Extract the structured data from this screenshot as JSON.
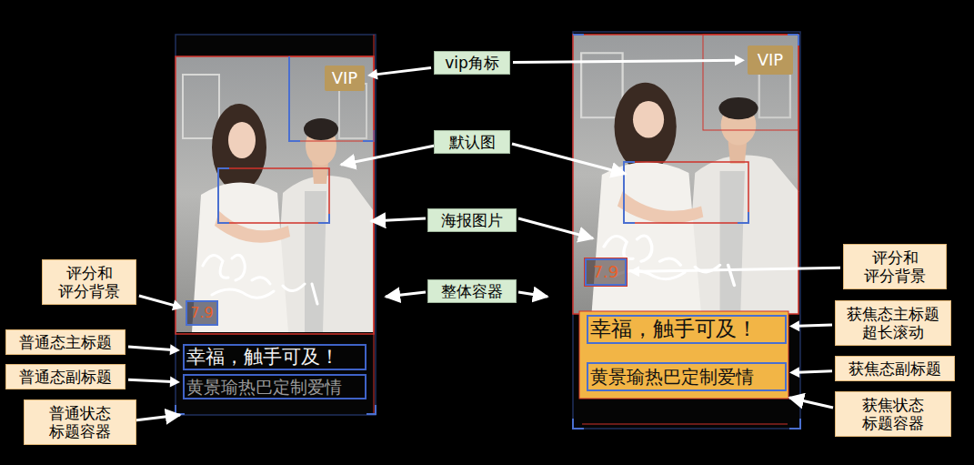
{
  "diagram": {
    "nodes": [
      {
        "text": [
          "VIP"
        ]
      },
      {
        "text": [
          "VIP"
        ]
      },
      {
        "text": [
          "vip角标"
        ]
      },
      {
        "text": [
          "默认图"
        ]
      },
      {
        "text": [
          "海报图片"
        ]
      },
      {
        "text": [
          "评分和 评分背景"
        ]
      },
      {
        "text": [
          "评分和 评分背景"
        ]
      },
      {
        "text": [
          "7.9"
        ]
      },
      {
        "text": [
          "7.9"
        ]
      },
      {
        "text": [
          "整体容器"
        ]
      },
      {
        "text": [
          "幸福，触手可及！"
        ]
      },
      {
        "text": [
          "幸福，触手可及！"
        ]
      },
      {
        "text": [
          "获焦态主标题 超长滚动"
        ]
      },
      {
        "text": [
          "普通态主标题"
        ]
      },
      {
        "text": [
          "获焦态副标题"
        ]
      },
      {
        "text": [
          "普通态副标题"
        ]
      },
      {
        "text": [
          "黄景瑜热巴定制爱情"
        ]
      },
      {
        "text": [
          "黄景瑜热巴定制爱情"
        ]
      },
      {
        "text": [
          "普通状态 标题容器"
        ]
      },
      {
        "text": [
          "获焦状态 标题容器"
        ]
      }
    ],
    "edges": [
      {
        "from": 2,
        "to": 0,
        "arrow": "to"
      },
      {
        "from": 2,
        "to": 1,
        "arrow": "to"
      },
      {
        "from": 5,
        "to": 7,
        "arrow": "to"
      },
      {
        "from": 6,
        "to": 8,
        "arrow": "to"
      },
      {
        "from": 13,
        "to": 10,
        "arrow": "to"
      },
      {
        "from": 12,
        "to": 11,
        "arrow": "to"
      },
      {
        "from": 15,
        "to": 16,
        "arrow": "to"
      },
      {
        "from": 14,
        "to": 17,
        "arrow": "to"
      }
    ]
  }
}
